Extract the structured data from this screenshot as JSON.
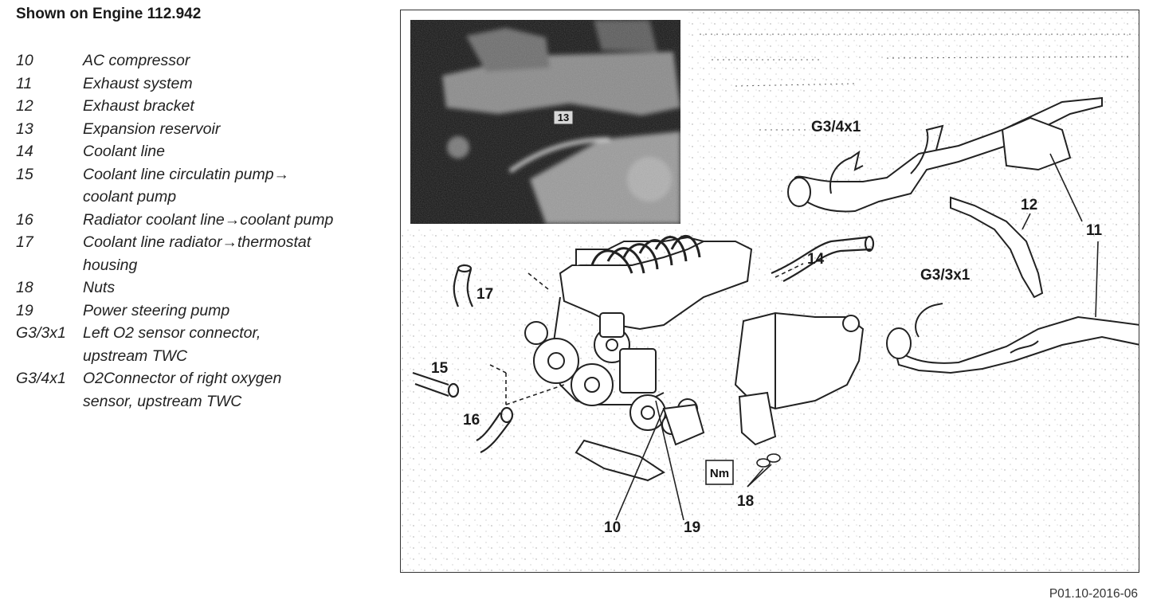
{
  "title": "Shown on Engine 112.942",
  "legend": [
    {
      "code": "10",
      "desc": "AC compressor"
    },
    {
      "code": "11",
      "desc": "Exhaust system"
    },
    {
      "code": "12",
      "desc": "Exhaust bracket"
    },
    {
      "code": "13",
      "desc": "Expansion reservoir"
    },
    {
      "code": "14",
      "desc": "Coolant line"
    },
    {
      "code": "15",
      "desc": "Coolant line circulatin pump→",
      "desc2": "coolant pump"
    },
    {
      "code": "16",
      "desc": "Radiator coolant line→coolant pump"
    },
    {
      "code": "17",
      "desc": "Coolant line radiator→thermostat",
      "desc2": "housing"
    },
    {
      "code": "18",
      "desc": "Nuts"
    },
    {
      "code": "19",
      "desc": "Power steering pump"
    },
    {
      "code": "G3/3x1",
      "desc": "Left O2 sensor connector,",
      "desc2": "upstream TWC"
    },
    {
      "code": "G3/4x1",
      "desc": "O2Connector of right oxygen",
      "desc2": "sensor, upstream TWC"
    }
  ],
  "callouts": {
    "c10": "10",
    "c11": "11",
    "c12": "12",
    "c13": "13",
    "c14": "14",
    "c15": "15",
    "c16": "16",
    "c17": "17",
    "c18": "18",
    "c19": "19",
    "g33": "G3/3x1",
    "g34": "G3/4x1",
    "nm": "Nm"
  },
  "figure_id": "P01.10-2016-06"
}
